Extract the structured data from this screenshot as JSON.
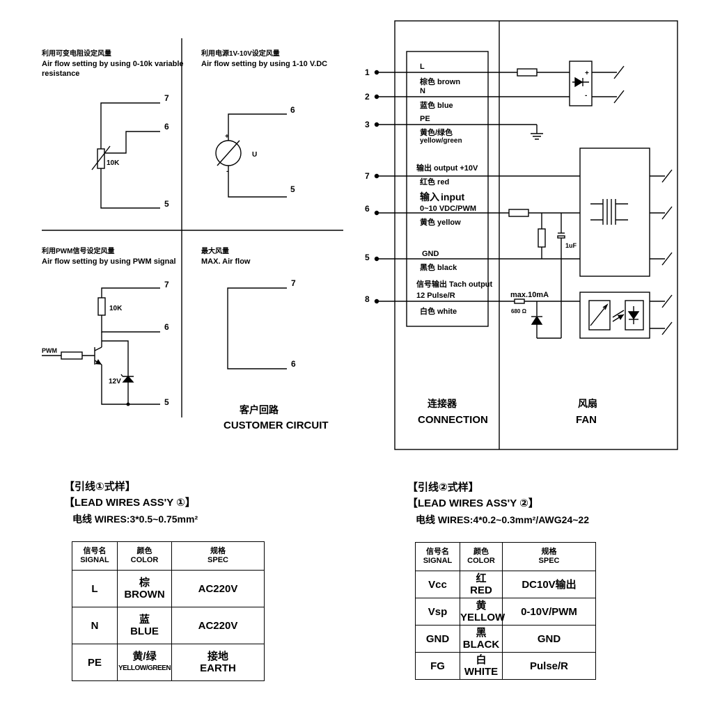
{
  "customer": {
    "q1": {
      "title_cn": "利用可变电阻设定风量",
      "title_en": [
        "Air flow setting  by using 0-10k variable",
        "resistance"
      ],
      "t7": "7",
      "t6": "6",
      "t5": "5",
      "res": "10K"
    },
    "q2": {
      "title_cn": "利用电源1V-10V设定风量",
      "title_en": "Air flow setting  by using 1-10 V.DC",
      "t6": "6",
      "t5": "5",
      "u": "U",
      "plus": "+",
      "minus": "-"
    },
    "q3": {
      "title_cn": "利用PWM信号设定风量",
      "title_en": "Air flow setting by using PWM signal",
      "t7": "7",
      "t6": "6",
      "t5": "5",
      "res": "10K",
      "pwm": "PWM",
      "zener": "12V"
    },
    "q4": {
      "title_cn": "最大风量",
      "title_en": "MAX. Air flow",
      "t7": "7",
      "t6": "6"
    },
    "caption_cn": "客户回路",
    "caption_en": "CUSTOMER CIRCUIT"
  },
  "connection": {
    "pins": [
      "1",
      "2",
      "3",
      "7",
      "6",
      "5",
      "8"
    ],
    "lines": {
      "l": "L",
      "brown": "棕色  brown",
      "n": "N",
      "blue": "蓝色  blue",
      "pe": "PE",
      "yg_cn": "黄色/绿色",
      "yg_en": "yellow/green",
      "out": "输出  output  +10V",
      "red": "红色  red",
      "in_cn": "输入",
      "in_en": "input",
      "range": "0~10 VDC/PWM",
      "yellow": "黄色  yellow",
      "gnd": "GND",
      "black": "黑色  black",
      "tach": "信号输出 Tach output",
      "pulse": "12 Pulse/R",
      "white": "白色  white"
    },
    "label_cn": "连接器",
    "label_en": "CONNECTION"
  },
  "fan": {
    "cap": "1uF",
    "max": "max.10mA",
    "r680": "680 Ω",
    "plus": "+",
    "minus": "-",
    "label_cn": "风扇",
    "label_en": "FAN"
  },
  "lead1": {
    "title_cn": "【引线①式样】",
    "title_en": "【LEAD WIRES ASS'Y ①】",
    "wires": "电线    WIRES:3*0.5~0.75mm²",
    "headers": [
      {
        "cn": "信号名",
        "en": "SIGNAL"
      },
      {
        "cn": "颜色",
        "en": "COLOR"
      },
      {
        "cn": "规格",
        "en": "SPEC"
      }
    ],
    "rows": [
      {
        "signal": "L",
        "color_cn": "棕",
        "color_en": "BROWN",
        "spec": [
          "AC220V"
        ]
      },
      {
        "signal": "N",
        "color_cn": "蓝",
        "color_en": "BLUE",
        "spec": [
          "AC220V"
        ]
      },
      {
        "signal": "PE",
        "color_cn": "黄/绿",
        "color_en": "YELLOW/GREEN",
        "spec": [
          "接地",
          "EARTH"
        ]
      }
    ]
  },
  "lead2": {
    "title_cn": "【引线②式样】",
    "title_en": "【LEAD WIRES ASS'Y ②】",
    "wires": "电线   WIRES:4*0.2~0.3mm²/AWG24~22",
    "headers": [
      {
        "cn": "信号名",
        "en": "SIGNAL"
      },
      {
        "cn": "颜色",
        "en": "COLOR"
      },
      {
        "cn": "规格",
        "en": "SPEC"
      }
    ],
    "rows": [
      {
        "signal": "Vcc",
        "color_cn": "红",
        "color_en": "RED",
        "spec": "DC10V输出"
      },
      {
        "signal": "Vsp",
        "color_cn": "黄",
        "color_en": "YELLOW",
        "spec": "0-10V/PWM"
      },
      {
        "signal": "GND",
        "color_cn": "黑",
        "color_en": "BLACK",
        "spec": "GND"
      },
      {
        "signal": "FG",
        "color_cn": "白",
        "color_en": "WHITE",
        "spec": "Pulse/R"
      }
    ]
  }
}
